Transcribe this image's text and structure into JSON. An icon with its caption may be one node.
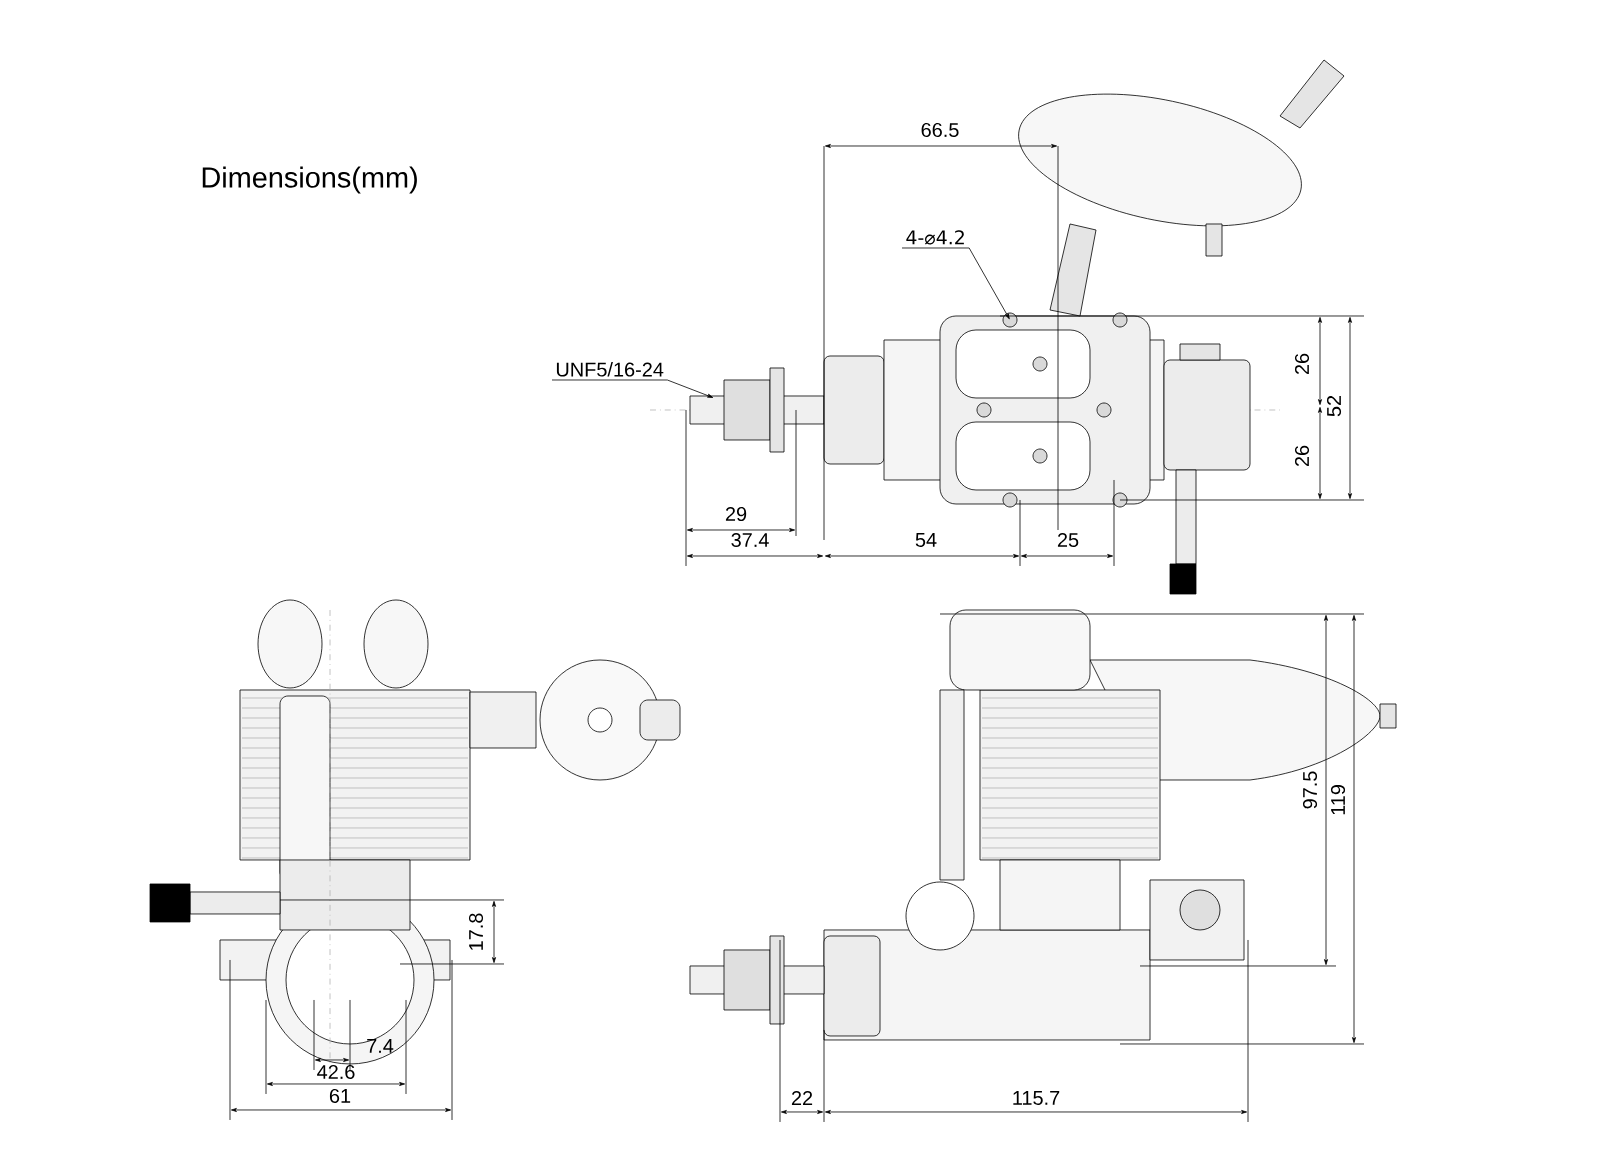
{
  "diagram": {
    "title": "Dimensions(mm)",
    "nodes": [
      {
        "text": [
          "UNF5/16-24"
        ]
      },
      {
        "text": [
          "4-⌀4.2"
        ]
      }
    ],
    "edges": [
      {
        "from": 0,
        "to": null,
        "arrow": "to"
      },
      {
        "from": 1,
        "to": null,
        "arrow": "to"
      }
    ],
    "labels": [
      "66.5",
      "26",
      "52",
      "26",
      "29",
      "37.4",
      "54",
      "25",
      "97.5",
      "119",
      "17.8",
      "7.4",
      "42.6",
      "61",
      "22",
      "115.7"
    ]
  }
}
